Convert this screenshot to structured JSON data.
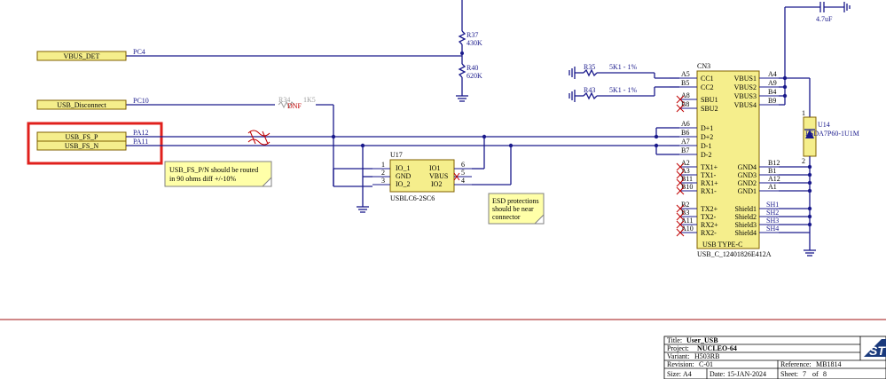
{
  "ports": {
    "vbus_det": "VBUS_DET",
    "usb_disconnect": "USB_Disconnect",
    "usb_fs_p": "USB_FS_P",
    "usb_fs_n": "USB_FS_N"
  },
  "net_labels": {
    "pc4": "PC4",
    "pc10": "PC10",
    "pa12": "PA12",
    "pa11": "PA11",
    "sh1": "SH1",
    "sh2": "SH2",
    "sh3": "SH3",
    "sh4": "SH4"
  },
  "resistors": {
    "r37_ref": "R37",
    "r37_val": "430K",
    "r40_ref": "R40",
    "r40_val": "620K",
    "r35_ref": "R35",
    "r35_val": "5K1 - 1%",
    "r43_ref": "R43",
    "r43_val": "5K1 - 1%",
    "r34_ref": "R34",
    "r34_val": "1K5",
    "r34_dnf": "DNF"
  },
  "capacitor": {
    "value": "4.7uF"
  },
  "u17": {
    "ref": "U17",
    "part": "USBLC6-2SC6",
    "pins_left": [
      {
        "num": "1",
        "name": "IO_1"
      },
      {
        "num": "2",
        "name": "GND"
      },
      {
        "num": "3",
        "name": "IO_2"
      }
    ],
    "pins_right": [
      {
        "num": "6",
        "name": "IO1"
      },
      {
        "num": "5",
        "name": "VBUS"
      },
      {
        "num": "4",
        "name": "IO2"
      }
    ]
  },
  "u14": {
    "ref": "U14",
    "part": "ESDA7P60-1U1M",
    "pin1": "1",
    "pin2": "2"
  },
  "cn3": {
    "ref": "CN3",
    "type_label": "USB TYPE-C",
    "part": "USB_C_12401826E412A",
    "left_pins": [
      {
        "num": "A5",
        "name": "CC1"
      },
      {
        "num": "B5",
        "name": "CC2"
      },
      {
        "num": "A8",
        "name": "SBU1"
      },
      {
        "num": "B8",
        "name": "SBU2"
      },
      {
        "num": "A6",
        "name": "D+1"
      },
      {
        "num": "B6",
        "name": "D+2"
      },
      {
        "num": "A7",
        "name": "D-1"
      },
      {
        "num": "B7",
        "name": "D-2"
      },
      {
        "num": "A2",
        "name": "TX1+"
      },
      {
        "num": "A3",
        "name": "TX1-"
      },
      {
        "num": "B11",
        "name": "RX1+"
      },
      {
        "num": "B10",
        "name": "RX1-"
      },
      {
        "num": "B2",
        "name": "TX2+"
      },
      {
        "num": "B3",
        "name": "TX2-"
      },
      {
        "num": "A11",
        "name": "RX2+"
      },
      {
        "num": "A10",
        "name": "RX2-"
      }
    ],
    "right_pins": [
      {
        "num": "A4",
        "name": "VBUS1"
      },
      {
        "num": "A9",
        "name": "VBUS2"
      },
      {
        "num": "B4",
        "name": "VBUS3"
      },
      {
        "num": "B9",
        "name": "VBUS4"
      },
      {
        "num": "B12",
        "name": "GND4"
      },
      {
        "num": "B1",
        "name": "GND3"
      },
      {
        "num": "A12",
        "name": "GND2"
      },
      {
        "num": "A1",
        "name": "GND1"
      },
      {
        "num": "SH1",
        "name": "Shield1"
      },
      {
        "num": "SH2",
        "name": "Shield2"
      },
      {
        "num": "SH3",
        "name": "Shield3"
      },
      {
        "num": "SH4",
        "name": "Shield4"
      }
    ]
  },
  "notes": {
    "routing_1": "USB_FS_P/N should be routed",
    "routing_2": "in 90 ohms diff +/-10%",
    "esd_1": "ESD protections",
    "esd_2": "should be near",
    "esd_3": "connector"
  },
  "title_block": {
    "title_label": "Title:",
    "title": "User_USB",
    "project_label": "Project:",
    "project": "NUCLEO-64",
    "variant_label": "Variant:",
    "variant": "H503RB",
    "revision_label": "Revision:",
    "revision": "C-01",
    "reference_label": "Reference:",
    "reference": "MB1814",
    "size_label": "Size:",
    "size": "A4",
    "date_label": "Date:",
    "date": "15-JAN-2024",
    "sheet_label": "Sheet:",
    "sheet": "7",
    "of_label": "of",
    "total": "8",
    "logo": "ST"
  },
  "colors": {
    "wire": "#1a1a8c",
    "port_fill": "#f5ee8c",
    "highlight": "#e0201c",
    "note_fill": "#ffffa8",
    "dnf": "#c00000"
  }
}
